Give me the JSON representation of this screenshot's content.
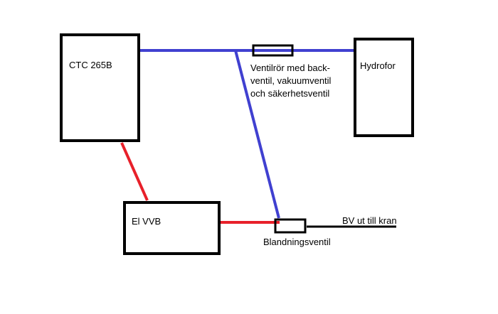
{
  "colors": {
    "cold_pipe": "#4040d0",
    "hot_pipe": "#e8202a",
    "outline": "#000000"
  },
  "components": {
    "ctc": "CTC 265B",
    "hydrofor": "Hydrofor",
    "el_vvb": "El VVB",
    "ventilror": [
      "Ventilrör med back-",
      "ventil, vakuumventil",
      "och säkerhetsventil"
    ],
    "blandningsventil": "Blandningsventil",
    "bv_out": "BV ut till kran"
  }
}
